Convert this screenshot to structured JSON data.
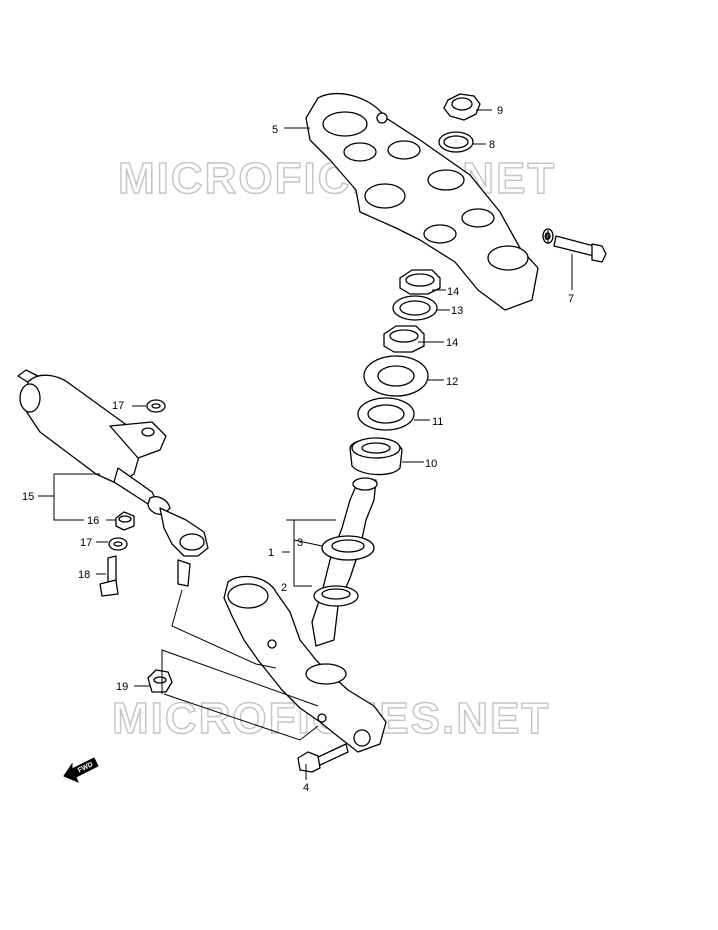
{
  "watermark": "MICROFICHES.NET",
  "fwd_label": "FWD",
  "callouts": {
    "c1": "1",
    "c2": "2",
    "c3": "3",
    "c4": "4",
    "c5": "5",
    "c6": "6",
    "c7": "7",
    "c8": "8",
    "c9": "9",
    "c10": "10",
    "c11": "11",
    "c12": "12",
    "c13": "13",
    "c14a": "14",
    "c14b": "14",
    "c15": "15",
    "c16": "16",
    "c17a": "17",
    "c17b": "17",
    "c18": "18",
    "c19": "19"
  }
}
